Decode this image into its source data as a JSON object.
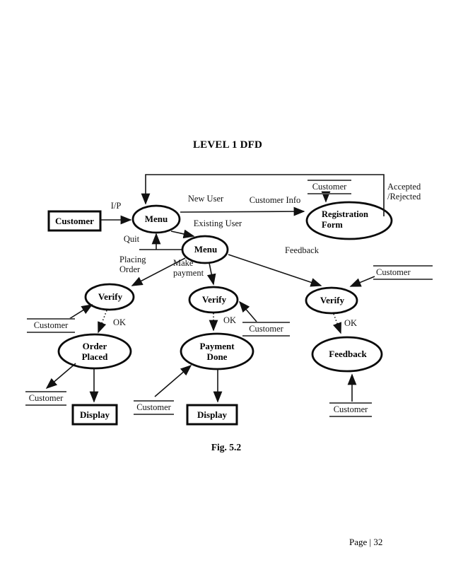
{
  "document": {
    "title": "LEVEL 1 DFD",
    "figure_caption": "Fig. 5.2",
    "page_footer": "Page | 32"
  },
  "diagram": {
    "external_entity": "Customer",
    "data_store_label": "Customer",
    "output_node": "Display",
    "processes": {
      "menu": "Menu",
      "verify": "Verify",
      "feedback": "Feedback",
      "registration_form": {
        "line1": "Registration",
        "line2": "Form"
      },
      "order_placed": {
        "line1": "Order",
        "line2": "Placed"
      },
      "payment_done": {
        "line1": "Payment",
        "line2": "Done"
      }
    },
    "flows": {
      "input": "I/P",
      "new_user": "New User",
      "customer_info": "Customer Info",
      "accepted": {
        "line1": "Accepted",
        "line2": "/Rejected"
      },
      "existing_user": "Existing User",
      "quit": "Quit",
      "feedback": "Feedback",
      "placing_order": {
        "line1": "Placing",
        "line2": "Order"
      },
      "make_payment": {
        "line1": "Make",
        "line2": "payment"
      },
      "ok": "OK"
    },
    "colors": {
      "ink": "#000000",
      "background": "#ffffff"
    }
  }
}
